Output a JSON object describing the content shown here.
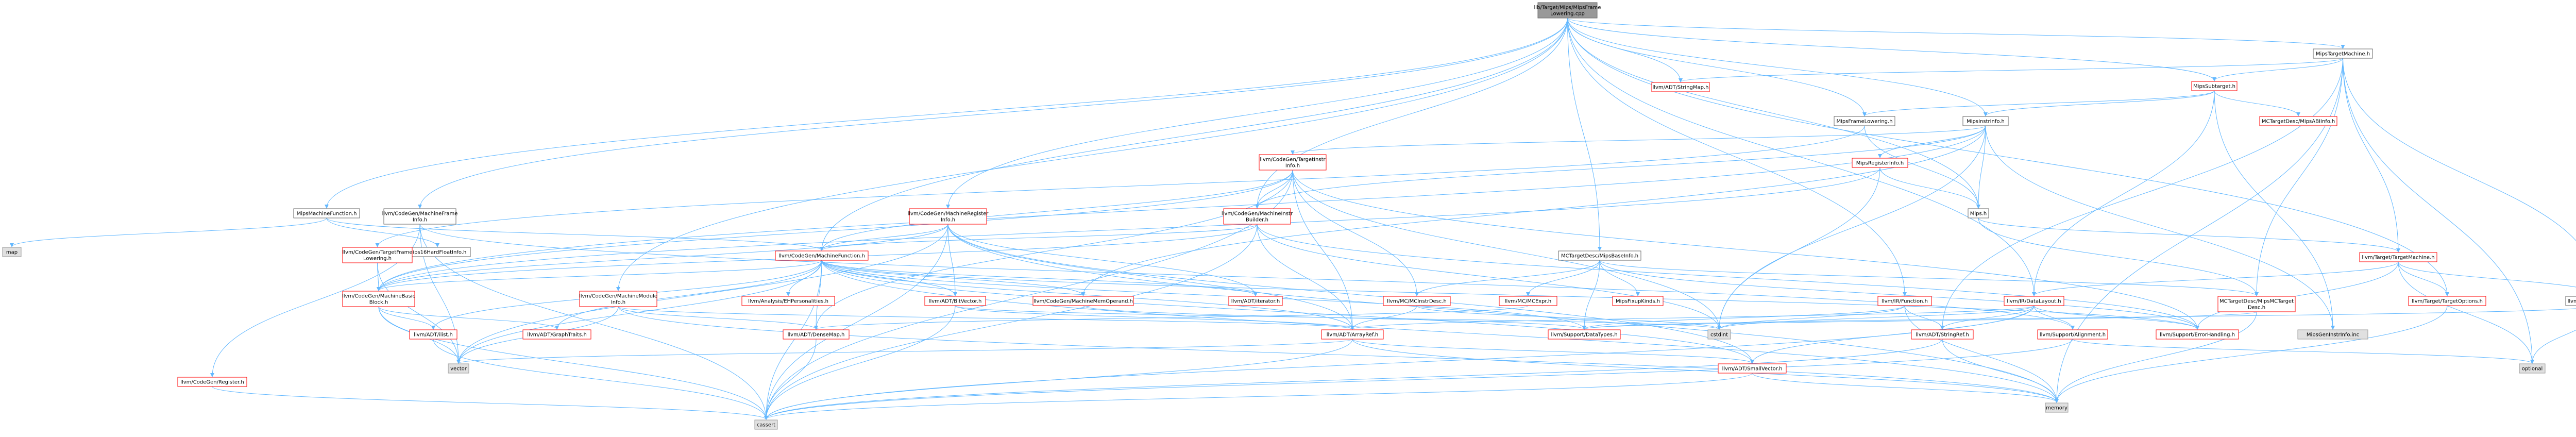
{
  "colors": {
    "root_fill": "#999999",
    "root_stroke": "#666666",
    "file_fill": "#ffffff",
    "file_stroke": "#666666",
    "file_text": "#000000",
    "missing_fill": "#e0e0e0",
    "missing_stroke": "#999999",
    "red_stroke": "#ff0000",
    "red_text": "#b30000",
    "edge": "#63b8ff",
    "background": "#ffffff"
  },
  "nodes": [
    {
      "id": "root",
      "lines": [
        "lib/Target/Mips/MipsFrame",
        "Lowering.cpp"
      ],
      "kind": "root"
    },
    {
      "id": "MipsTargetMachine",
      "lines": [
        "MipsTargetMachine.h"
      ],
      "kind": "file"
    },
    {
      "id": "StringMap",
      "lines": [
        "llvm/ADT/StringMap.h"
      ],
      "kind": "red"
    },
    {
      "id": "MipsSubtarget",
      "lines": [
        "MipsSubtarget.h"
      ],
      "kind": "red"
    },
    {
      "id": "MipsFrameLowering",
      "lines": [
        "MipsFrameLowering.h"
      ],
      "kind": "file"
    },
    {
      "id": "MipsInstrInfo",
      "lines": [
        "MipsInstrInfo.h"
      ],
      "kind": "file"
    },
    {
      "id": "MipsABIInfo",
      "lines": [
        "MCTargetDesc/MipsABIInfo.h"
      ],
      "kind": "red"
    },
    {
      "id": "TargetInstrInfo",
      "lines": [
        "llvm/CodeGen/TargetInstr",
        "Info.h"
      ],
      "kind": "red"
    },
    {
      "id": "MipsRegisterInfo",
      "lines": [
        "MipsRegisterInfo.h"
      ],
      "kind": "red"
    },
    {
      "id": "MachineFunctionInfo",
      "lines": [
        "MipsMachineFunction.h"
      ],
      "kind": "file"
    },
    {
      "id": "MachineFrameInfo",
      "lines": [
        "llvm/CodeGen/MachineFrame",
        "Info.h"
      ],
      "kind": "file"
    },
    {
      "id": "MachineRegisterInfo",
      "lines": [
        "llvm/CodeGen/MachineRegister",
        "Info.h"
      ],
      "kind": "red"
    },
    {
      "id": "MachineInstrBuilder",
      "lines": [
        "llvm/CodeGen/MachineInstr",
        "Builder.h"
      ],
      "kind": "red"
    },
    {
      "id": "Mips",
      "lines": [
        "Mips.h"
      ],
      "kind": "file"
    },
    {
      "id": "TargetTargetMachine",
      "lines": [
        "llvm/Target/TargetMachine.h"
      ],
      "kind": "red"
    },
    {
      "id": "map",
      "lines": [
        "map"
      ],
      "kind": "missing"
    },
    {
      "id": "Mips16HardFloatInfo",
      "lines": [
        "Mips16HardFloatInfo.h"
      ],
      "kind": "file"
    },
    {
      "id": "TargetFrameLowering",
      "lines": [
        "llvm/CodeGen/TargetFrame",
        "Lowering.h"
      ],
      "kind": "red"
    },
    {
      "id": "MachineFunction",
      "lines": [
        "llvm/CodeGen/MachineFunction.h"
      ],
      "kind": "red"
    },
    {
      "id": "MipsBaseInfo",
      "lines": [
        "MCTargetDesc/MipsBaseInfo.h"
      ],
      "kind": "file"
    },
    {
      "id": "IRFunction",
      "lines": [
        "llvm/IR/Function.h"
      ],
      "kind": "red"
    },
    {
      "id": "IRDataLayout",
      "lines": [
        "llvm/IR/DataLayout.h"
      ],
      "kind": "red"
    },
    {
      "id": "MCTargetDesc",
      "lines": [
        "MCTargetDesc/MipsMCTarget",
        "Desc.h"
      ],
      "kind": "red"
    },
    {
      "id": "TargetOptions",
      "lines": [
        "llvm/Target/TargetOptions.h"
      ],
      "kind": "red"
    },
    {
      "id": "CodeGen",
      "lines": [
        "llvm/Support/CodeGen.h"
      ],
      "kind": "file"
    },
    {
      "id": "MachineBasicBlock",
      "lines": [
        "llvm/CodeGen/MachineBasic",
        "Block.h"
      ],
      "kind": "red"
    },
    {
      "id": "MachineModuleInfo",
      "lines": [
        "llvm/CodeGen/MachineModule",
        "Info.h"
      ],
      "kind": "red"
    },
    {
      "id": "CodeGenRegister",
      "lines": [
        "llvm/CodeGen/Register.h"
      ],
      "kind": "red"
    },
    {
      "id": "ilist",
      "lines": [
        "llvm/ADT/ilist.h"
      ],
      "kind": "red"
    },
    {
      "id": "GraphTraits",
      "lines": [
        "llvm/ADT/GraphTraits.h"
      ],
      "kind": "red"
    },
    {
      "id": "EHPersonalities",
      "lines": [
        "llvm/Analysis/EHPersonalities.h"
      ],
      "kind": "red"
    },
    {
      "id": "BitVector",
      "lines": [
        "llvm/ADT/BitVector.h"
      ],
      "kind": "red"
    },
    {
      "id": "MachineMemOperand",
      "lines": [
        "llvm/CodeGen/MachineMemOperand.h"
      ],
      "kind": "red"
    },
    {
      "id": "iterator",
      "lines": [
        "llvm/ADT/iterator.h"
      ],
      "kind": "red"
    },
    {
      "id": "MCInstrDesc",
      "lines": [
        "llvm/MC/MCInstrDesc.h"
      ],
      "kind": "red"
    },
    {
      "id": "MCExpr",
      "lines": [
        "llvm/MC/MCExpr.h"
      ],
      "kind": "red"
    },
    {
      "id": "MipsFixupKinds",
      "lines": [
        "MipsFixupKinds.h"
      ],
      "kind": "red"
    },
    {
      "id": "DenseMap",
      "lines": [
        "llvm/ADT/DenseMap.h"
      ],
      "kind": "red"
    },
    {
      "id": "ArrayRef",
      "lines": [
        "llvm/ADT/ArrayRef.h"
      ],
      "kind": "red"
    },
    {
      "id": "DataTypes",
      "lines": [
        "llvm/Support/DataTypes.h"
      ],
      "kind": "red"
    },
    {
      "id": "cstdint",
      "lines": [
        "cstdint"
      ],
      "kind": "missing"
    },
    {
      "id": "StringRef",
      "lines": [
        "llvm/ADT/StringRef.h"
      ],
      "kind": "red"
    },
    {
      "id": "Alignment",
      "lines": [
        "llvm/Support/Alignment.h"
      ],
      "kind": "red"
    },
    {
      "id": "ErrorHandling",
      "lines": [
        "llvm/Support/ErrorHandling.h"
      ],
      "kind": "red"
    },
    {
      "id": "MipsGenInstrInfo",
      "lines": [
        "MipsGenInstrInfo.inc"
      ],
      "kind": "missing"
    },
    {
      "id": "optional",
      "lines": [
        "optional"
      ],
      "kind": "missing"
    },
    {
      "id": "vector",
      "lines": [
        "vector"
      ],
      "kind": "missing"
    },
    {
      "id": "SmallVector",
      "lines": [
        "llvm/ADT/SmallVector.h"
      ],
      "kind": "red"
    },
    {
      "id": "memory",
      "lines": [
        "memory"
      ],
      "kind": "missing"
    },
    {
      "id": "cassert",
      "lines": [
        "cassert"
      ],
      "kind": "missing"
    }
  ]
}
